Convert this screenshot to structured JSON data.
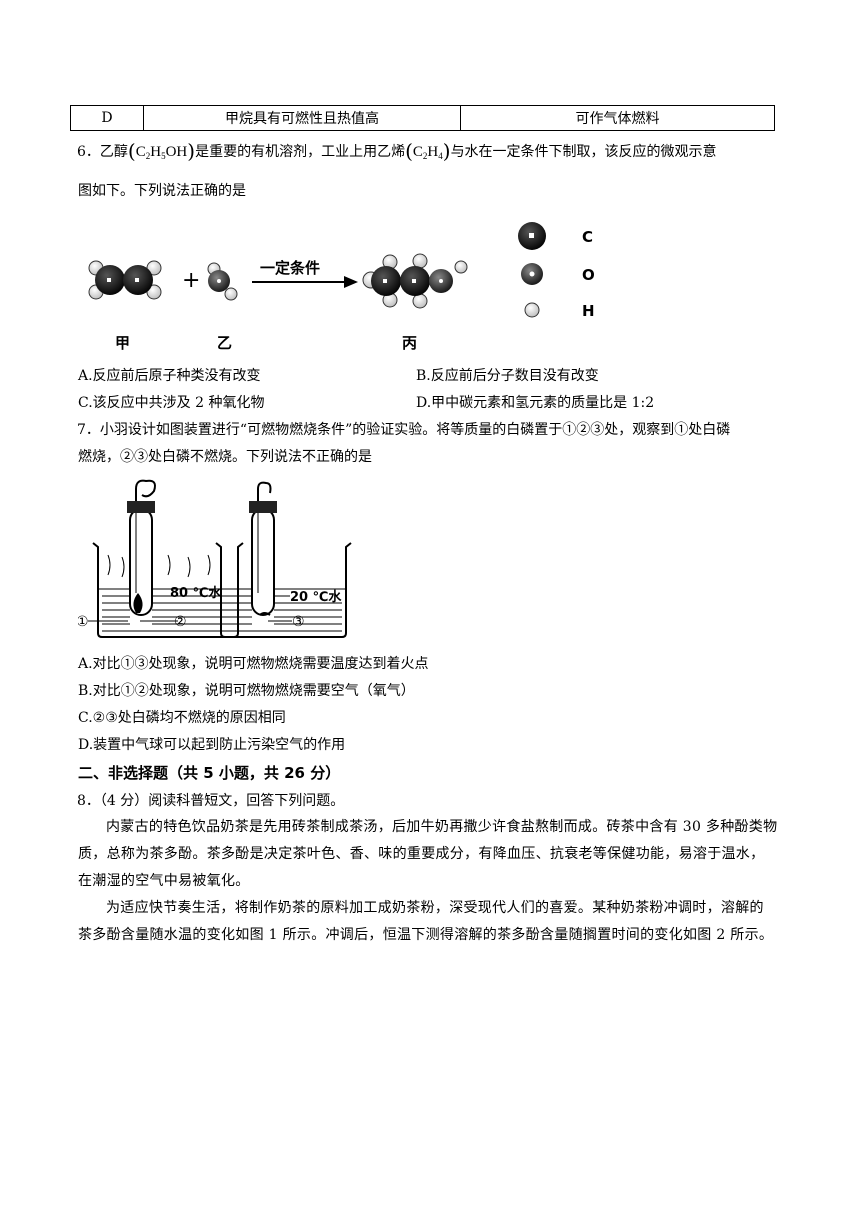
{
  "table_row": {
    "label": "D",
    "property": "甲烷具有可燃性且热值高",
    "use": "可作气体燃料"
  },
  "q6": {
    "number": "6．",
    "name": "乙醇",
    "formula_c2h5oh": [
      "C",
      "2",
      "H",
      "5",
      "OH"
    ],
    "text1": "是重要的有机溶剂，工业上用乙烯",
    "formula_c2h4": [
      "C",
      "2",
      "H",
      "4"
    ],
    "text2": "与水在一定条件下制取，该反应的微观示意",
    "line2": "图如下。下列说法正确的是",
    "diagram": {
      "plus": "+",
      "arrow_label": "一定条件",
      "label_jia": "甲",
      "label_yi": "乙",
      "label_bing": "丙",
      "legend": [
        {
          "symbol": "C"
        },
        {
          "symbol": "O"
        },
        {
          "symbol": "H"
        }
      ]
    },
    "options": {
      "A": "A.反应前后原子种类没有改变",
      "B": "B.反应前后分子数目没有改变",
      "C": "C.该反应中共涉及 2 种氧化物",
      "D": "D.甲中碳元素和氢元素的质量比是 1:2"
    }
  },
  "q7": {
    "line1": "7．小羽设计如图装置进行“可燃物燃烧条件”的验证实验。将等质量的白磷置于①②③处，观察到①处白磷",
    "line2": "燃烧，②③处白磷不燃烧。下列说法不正确的是",
    "diagram": {
      "label_80": "80 ℃水",
      "label_20": "20 ℃水",
      "marker_1": "①",
      "marker_2": "②",
      "marker_3": "③"
    },
    "options": {
      "A": "A.对比①③处现象，说明可燃物燃烧需要温度达到着火点",
      "B": "B.对比①②处现象，说明可燃物燃烧需要空气（氧气）",
      "C": "C.②③处白磷均不燃烧的原因相同",
      "D": "D.装置中气球可以起到防止污染空气的作用"
    }
  },
  "section2": {
    "title": "二、非选择题（共 5 小题，共 26 分）"
  },
  "q8": {
    "intro": "8．（4 分）阅读科普短文，回答下列问题。",
    "para1": "内蒙古的特色饮品奶茶是先用砖茶制成茶汤，后加牛奶再撒少许食盐熬制而成。砖茶中含有 30 多种酚类物质，总称为茶多酚。茶多酚是决定茶叶色、香、味的重要成分，有降血压、抗衰老等保健功能，易溶于温水，在潮湿的空气中易被氧化。",
    "para2": "为适应快节奏生活，将制作奶茶的原料加工成奶茶粉，深受现代人们的喜爱。某种奶茶粉冲调时，溶解的茶多酚含量随水温的变化如图 1 所示。冲调后，恒温下测得溶解的茶多酚含量随搁置时间的变化如图 2 所示。"
  }
}
